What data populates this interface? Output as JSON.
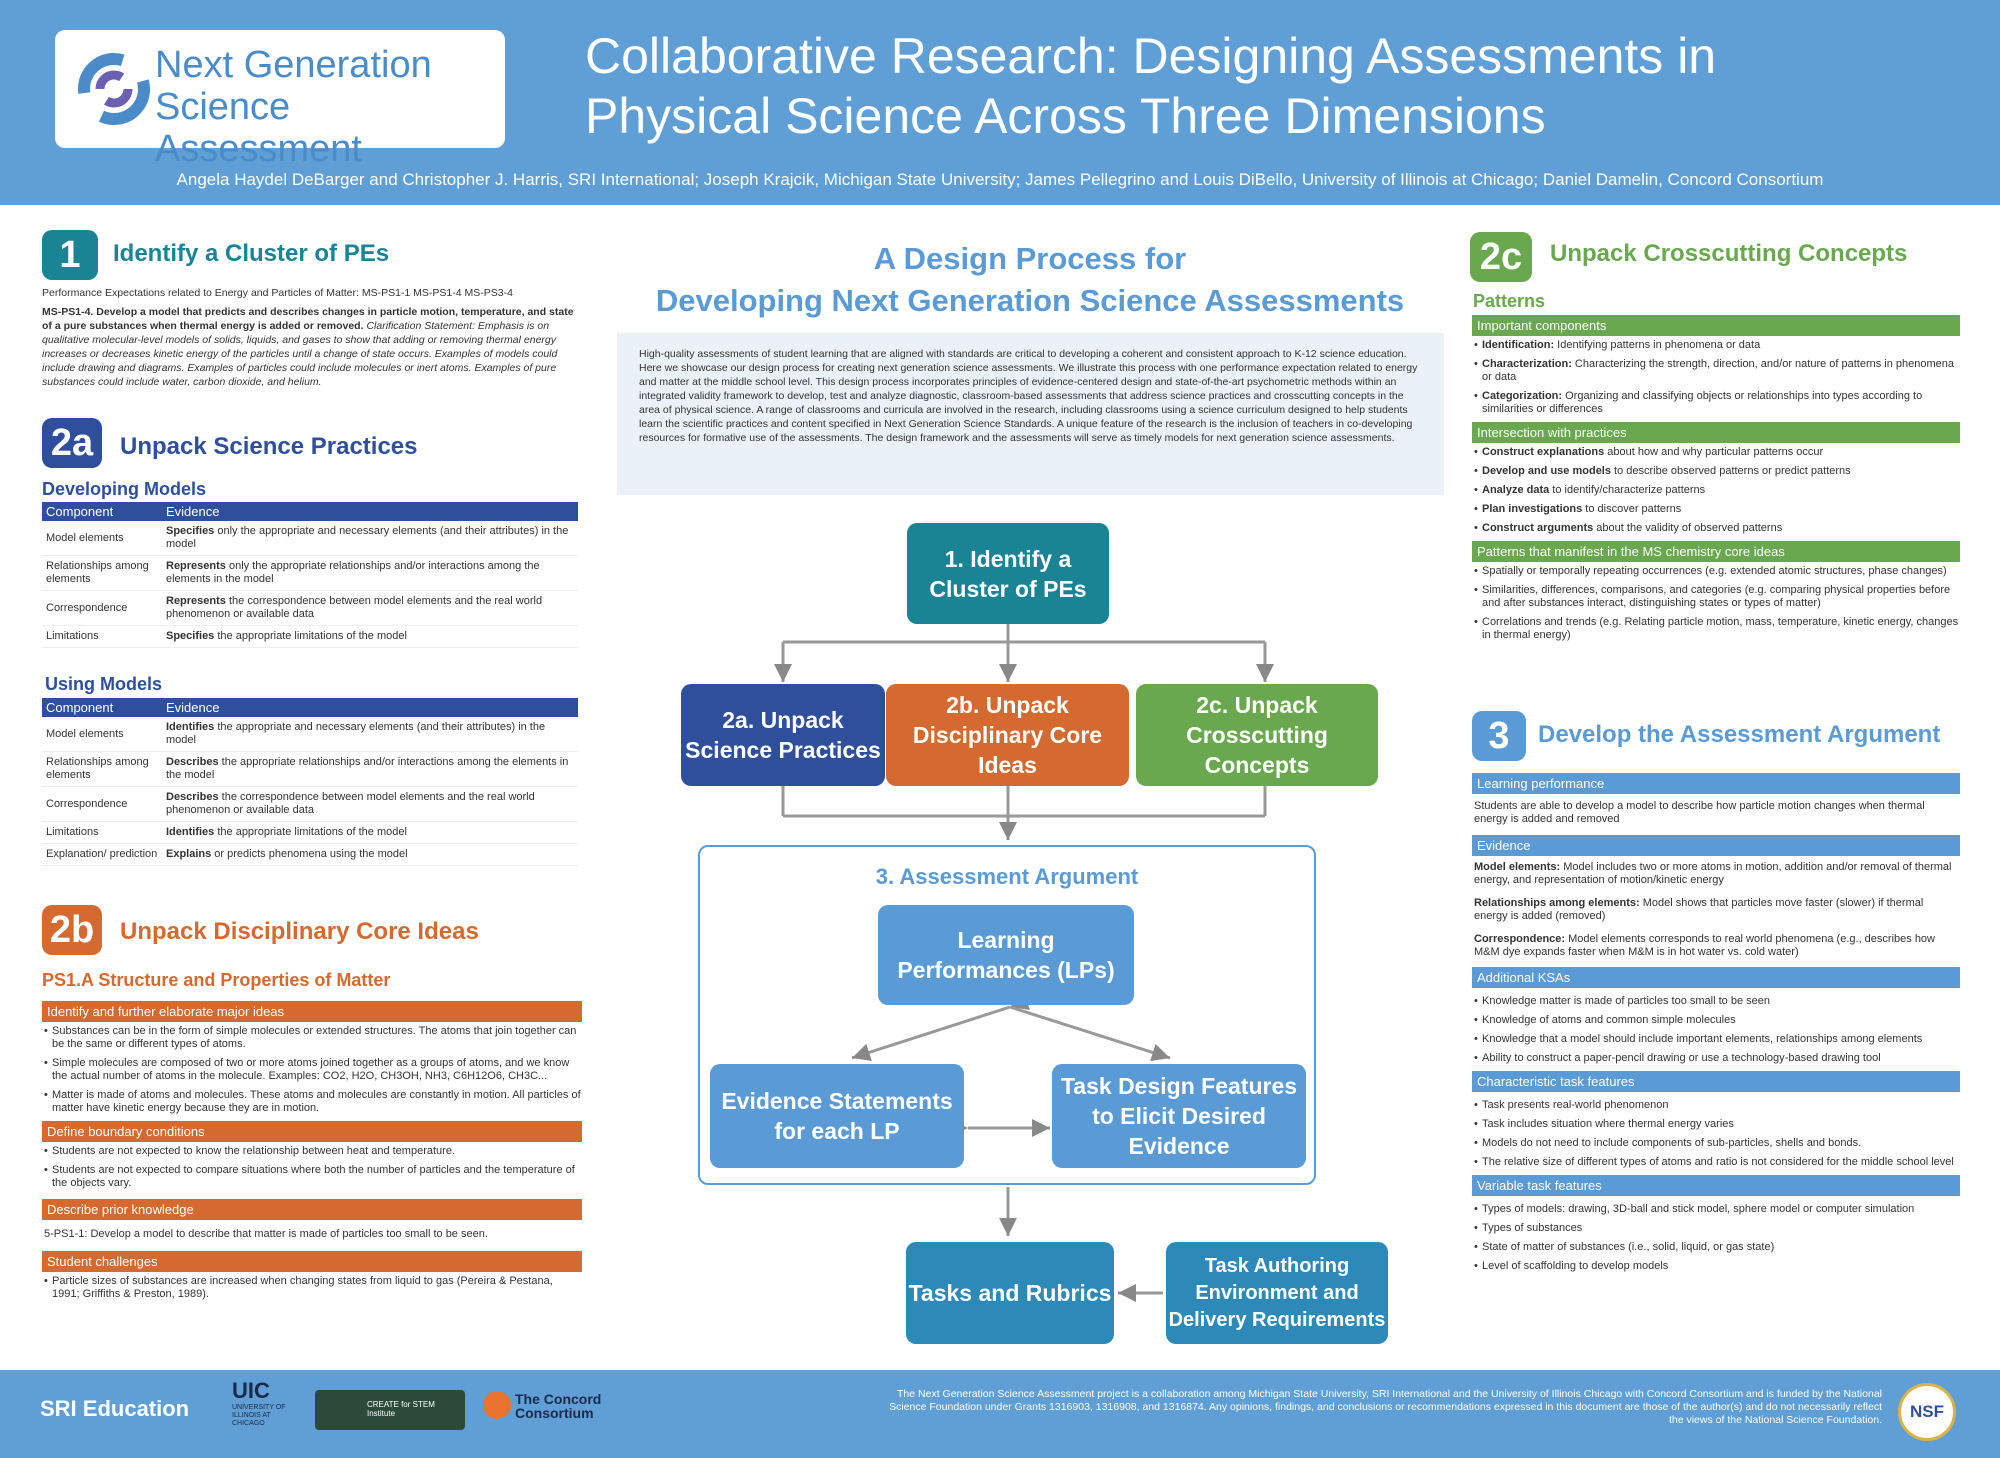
{
  "header": {
    "logo_line1": "Next Generation",
    "logo_line2": "Science Assessment",
    "title_line1": "Collaborative Research: Designing Assessments in",
    "title_line2": "Physical Science Across Three Dimensions",
    "authors": "Angela Haydel DeBarger and Christopher J.  Harris, SRI International; Joseph Krajcik, Michigan State University; James Pellegrino and Louis DiBello, University of Illinois at Chicago; Daniel Damelin, Concord Consortium"
  },
  "s1": {
    "num": "1",
    "title": "Identify a Cluster of PEs",
    "pe_line": "Performance Expectations related to Energy and Particles of Matter: MS-PS1-1  MS-PS1-4  MS-PS3-4",
    "pe_bold": "MS-PS1-4. Develop a model that predicts and describes changes in particle motion, temperature, and state of a pure substances when thermal energy is added or removed.",
    "pe_italic": "Clarification Statement: Emphasis is on qualitative molecular-level models of solids, liquids, and gases to show that adding or removing thermal energy increases or decreases kinetic energy of the particles until a change of state occurs. Examples of models could include drawing and diagrams. Examples of particles could include molecules or inert atoms. Examples of pure substances could include water, carbon dioxide, and helium."
  },
  "s2a": {
    "num": "2a",
    "title": "Unpack Science Practices",
    "dev_title": "Developing Models",
    "use_title": "Using Models",
    "col1": "Component",
    "col2": "Evidence",
    "dev_rows": [
      {
        "c": "Model elements",
        "b": "Specifies",
        "e": " only the appropriate and necessary elements (and their attributes) in the model"
      },
      {
        "c": "Relationships among elements",
        "b": "Represents",
        "e": " only the appropriate relationships and/or interactions among the elements in the model"
      },
      {
        "c": "Correspondence",
        "b": "Represents",
        "e": " the correspondence between model elements and the real world phenomenon or available data"
      },
      {
        "c": "Limitations",
        "b": "Specifies",
        "e": " the appropriate limitations of the model"
      }
    ],
    "use_rows": [
      {
        "c": "Model elements",
        "b": "Identifies",
        "e": " the appropriate and necessary elements (and their attributes) in the model"
      },
      {
        "c": "Relationships among elements",
        "b": "Describes",
        "e": " the appropriate relationships and/or interactions among the elements in the model"
      },
      {
        "c": "Correspondence",
        "b": "Describes",
        "e": " the correspondence between model elements and the real world phenomenon or available data"
      },
      {
        "c": "Limitations",
        "b": "Identifies",
        "e": " the appropriate limitations of the model"
      },
      {
        "c": "Explanation/ prediction",
        "b": "Explains",
        "e": " or predicts phenomena using the model"
      }
    ]
  },
  "s2b": {
    "num": "2b",
    "title": "Unpack Disciplinary Core Ideas",
    "subtitle": "PS1.A Structure and Properties of Matter",
    "bar1": "Identify and further elaborate major ideas",
    "items1": [
      "Substances can be in the form of simple molecules or extended structures. The atoms that join together can be the same or different types of atoms.",
      "Simple molecules are composed of two or more atoms joined together as a groups of atoms, and we know the actual number of atoms in the molecule. Examples: CO2, H2O, CH3OH, NH3, C6H12O6, CH3C...",
      "Matter is made of atoms and molecules. These atoms and molecules are constantly in motion.  All particles of matter have kinetic energy because they are in motion."
    ],
    "bar2": "Define boundary conditions",
    "items2": [
      "Students are not expected to know the relationship between heat and temperature.",
      "Students are not expected to compare situations where both the number of particles and the temperature of the objects vary."
    ],
    "bar3": "Describe prior knowledge",
    "prior": "5-PS1-1: Develop a model to describe that matter is made of particles too small to be seen.",
    "bar4": "Student challenges",
    "items4": [
      "Particle sizes of substances are increased when changing states from liquid to gas (Pereira & Pestana, 1991; Griffiths & Preston, 1989)."
    ]
  },
  "center": {
    "title_line1": "A Design Process for",
    "title_line2": "Developing Next Generation Science Assessments",
    "intro": "High-quality assessments of student learning that are aligned with standards are critical to developing a coherent and consistent approach to K-12 science education. Here we showcase our design process for creating next generation science assessments. We illustrate this process with one performance expectation related to energy and matter at the middle school level. This design process incorporates principles of evidence-centered design and state-of-the-art psychometric methods within an integrated validity framework to develop, test and analyze diagnostic, classroom-based assessments that address science practices and crosscutting concepts in the area of physical science. A range of classrooms and curricula are involved in the research, including classrooms using a science curriculum designed to help students learn the scientific practices and content specified in Next Generation Science Standards. A unique feature of the research is the inclusion of teachers in co-developing resources for formative use of the assessments. The design framework and the assessments will serve as timely models for next generation science assessments.",
    "box1": "1. Identify a Cluster of PEs",
    "box2a": "2a. Unpack Science Practices",
    "box2b": "2b. Unpack Disciplinary Core Ideas",
    "box2c": "2c. Unpack Crosscutting Concepts",
    "arg_title": "3. Assessment Argument",
    "lp": "Learning Performances (LPs)",
    "ev": "Evidence Statements for each LP",
    "td": "Task Design Features to Elicit Desired Evidence",
    "tasks": "Tasks and Rubrics",
    "authoring": "Task Authoring Environment and Delivery Requirements"
  },
  "s2c": {
    "num": "2c",
    "title": "Unpack Crosscutting Concepts",
    "subtitle": "Patterns",
    "bar1": "Important components",
    "items1": [
      {
        "b": "Identification:",
        "t": " Identifying patterns in phenomena or data"
      },
      {
        "b": "Characterization:",
        "t": " Characterizing the strength, direction, and/or nature of patterns in phenomena or data"
      },
      {
        "b": "Categorization:",
        "t": " Organizing and classifying objects or relationships into types according to similarities or differences"
      }
    ],
    "bar2": "Intersection with practices",
    "items2": [
      {
        "b": "Construct explanations",
        "t": " about how and why particular patterns occur"
      },
      {
        "b": "Develop and use models",
        "t": " to describe observed patterns or predict patterns"
      },
      {
        "b": "Analyze data",
        "t": " to identify/characterize patterns"
      },
      {
        "b": "Plan investigations",
        "t": " to discover patterns"
      },
      {
        "b": "Construct arguments",
        "t": " about the validity of observed patterns"
      }
    ],
    "bar3": "Patterns that manifest in the MS chemistry core ideas",
    "items3": [
      "Spatially or temporally repeating occurrences (e.g. extended atomic structures, phase changes)",
      "Similarities, differences, comparisons, and categories (e.g. comparing physical properties before and after substances interact, distinguishing states or types of matter)",
      "Correlations and trends (e.g.  Relating particle motion, mass, temperature, kinetic energy, changes in thermal energy)"
    ]
  },
  "s3": {
    "num": "3",
    "title": "Develop the Assessment Argument",
    "bar1": "Learning performance",
    "lp": "Students are able to develop a model to describe how particle motion changes when thermal energy is added and removed",
    "bar2": "Evidence",
    "ev": [
      {
        "b": "Model elements:",
        "t": "  Model includes two or more atoms in motion, addition and/or removal of thermal energy, and representation of motion/kinetic energy"
      },
      {
        "b": "Relationships among elements:",
        "t": " Model shows that particles move faster (slower) if thermal energy is added (removed)"
      },
      {
        "b": "Correspondence:",
        "t": " Model elements corresponds to real world phenomena (e.g., describes how M&M dye expands faster when M&M is in hot water vs. cold water)"
      }
    ],
    "bar3": "Additional KSAs",
    "ksas": [
      "Knowledge matter is made of particles too small to be seen",
      "Knowledge of atoms and common simple molecules",
      "Knowledge that a model should include important elements, relationships among elements",
      "Ability to construct a paper-pencil drawing or use a technology-based drawing tool"
    ],
    "bar4": "Characteristic task features",
    "ctf": [
      "Task presents real-world phenomenon",
      "Task includes situation where thermal energy varies",
      "Models do not need to include components of sub-particles, shells and bonds.",
      "The relative size of different types of atoms and ratio is not considered for the middle school level"
    ],
    "bar5": "Variable task features",
    "vtf": [
      "Types of models: drawing, 3D-ball and stick model, sphere model or computer simulation",
      "Types of substances",
      "State of matter of substances (i.e., solid, liquid, or gas state)",
      "Level of scaffolding to develop models"
    ]
  },
  "footer": {
    "sri": "SRI Education",
    "uic": "UIC",
    "uic_sub": "UNIVERSITY OF ILLINOIS AT CHICAGO",
    "create": "CREATE for STEM Institute",
    "concord": "The Concord Consortium",
    "note": "The Next Generation Science Assessment project is a collaboration among Michigan State University, SRI International and the University of Illinois Chicago with Concord Consortium and is funded by the National Science Foundation under Grants 1316903, 1316908, and 1316874. Any opinions, findings, and conclusions or recommendations expressed in this document are those of the author(s) and do not necessarily reflect the views of the National Science Foundation.",
    "nsf": "NSF"
  },
  "colors": {
    "header": "#5f9fd6",
    "teal": "#1a8494",
    "navy": "#2f4f9c",
    "orange": "#d46a2f",
    "green": "#6aa84f",
    "lightblue": "#5b9bd5"
  }
}
